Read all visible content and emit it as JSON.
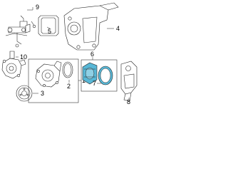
{
  "diagram": {
    "callouts": {
      "c1": "1",
      "c2": "2",
      "c3": "3",
      "c4": "4",
      "c5": "5",
      "c6": "6",
      "c7": "7",
      "c8": "8",
      "c9": "9",
      "c10": "10"
    },
    "colors": {
      "line": "#222222",
      "highlight": "#58b7d6",
      "background": "#ffffff"
    }
  }
}
